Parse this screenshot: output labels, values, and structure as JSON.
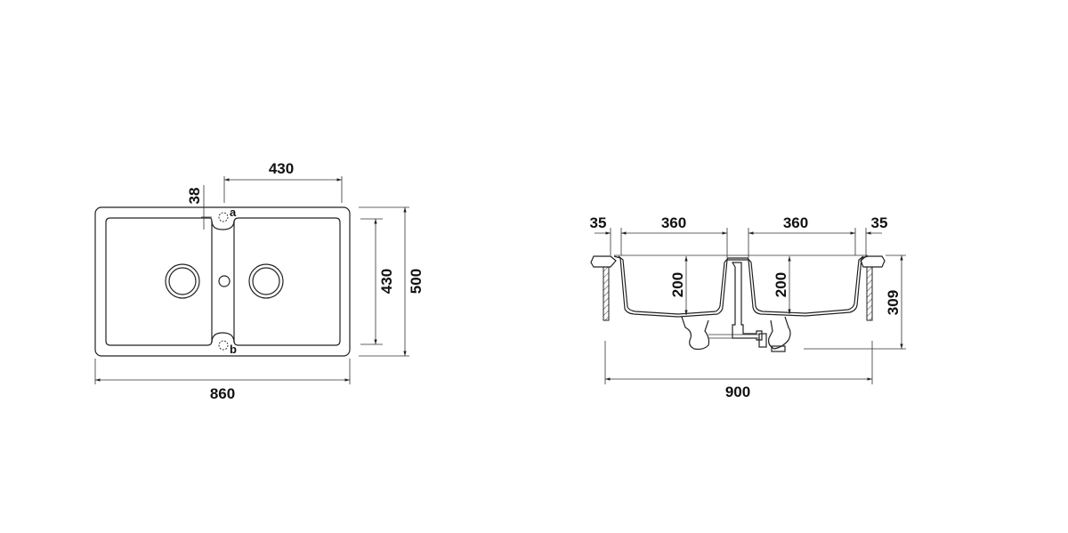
{
  "top_view": {
    "dim_width": "860",
    "dim_bowl_width": "430",
    "dim_depth": "500",
    "dim_bowl_depth": "430",
    "dim_rim": "38",
    "label_a": "a",
    "label_b": "b"
  },
  "side_view": {
    "dim_rim_left": "35",
    "dim_bowl_left": "360",
    "dim_bowl_right": "360",
    "dim_rim_right": "35",
    "dim_bowl_depth_left": "200",
    "dim_bowl_depth_right": "200",
    "dim_total_height": "309",
    "dim_total_width": "900"
  }
}
